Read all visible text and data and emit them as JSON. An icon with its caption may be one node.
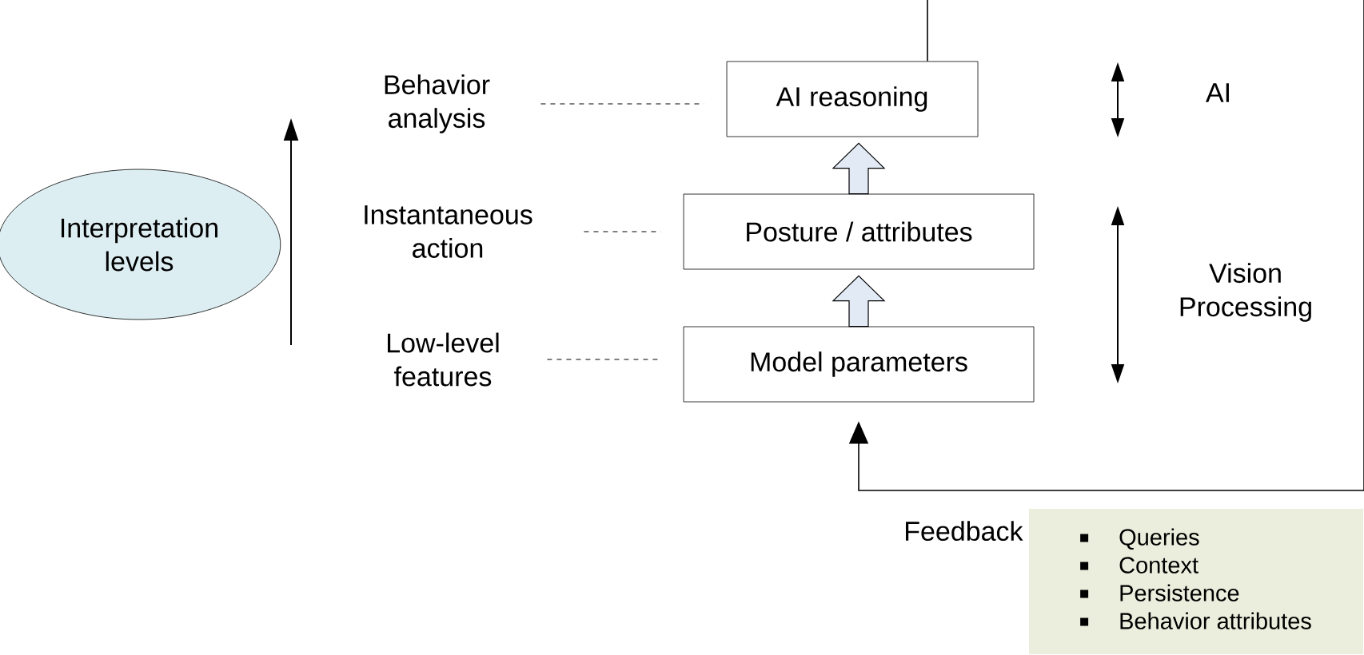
{
  "diagram": {
    "nodes": [
      {
        "text": [
          "Interpretation levels"
        ]
      },
      {
        "text": [
          "Behavior analysis"
        ]
      },
      {
        "text": [
          "Instantaneous action"
        ]
      },
      {
        "text": [
          "Low-level features"
        ]
      },
      {
        "text": [
          "AI reasoning"
        ]
      },
      {
        "text": [
          "Posture / attributes"
        ]
      },
      {
        "text": [
          "Model parameters"
        ]
      },
      {
        "text": [
          "Queries",
          "Context",
          "Persistence",
          "Behavior attributes"
        ],
        "beside": [
          "Feedback"
        ]
      }
    ],
    "edges": [
      {
        "from": 1,
        "to": 4,
        "arrow": "none",
        "style": "dashed"
      },
      {
        "from": 2,
        "to": 5,
        "arrow": "none",
        "style": "dashed"
      },
      {
        "from": 3,
        "to": 6,
        "arrow": "none",
        "style": "dashed"
      },
      {
        "from": 6,
        "to": 5,
        "arrow": "to",
        "style": "thick"
      },
      {
        "from": 5,
        "to": 4,
        "arrow": "to",
        "style": "thick"
      },
      {
        "from": 4,
        "to": 6,
        "arrow": "to"
      }
    ],
    "labels": [
      "AI",
      "Vision Processing"
    ]
  }
}
